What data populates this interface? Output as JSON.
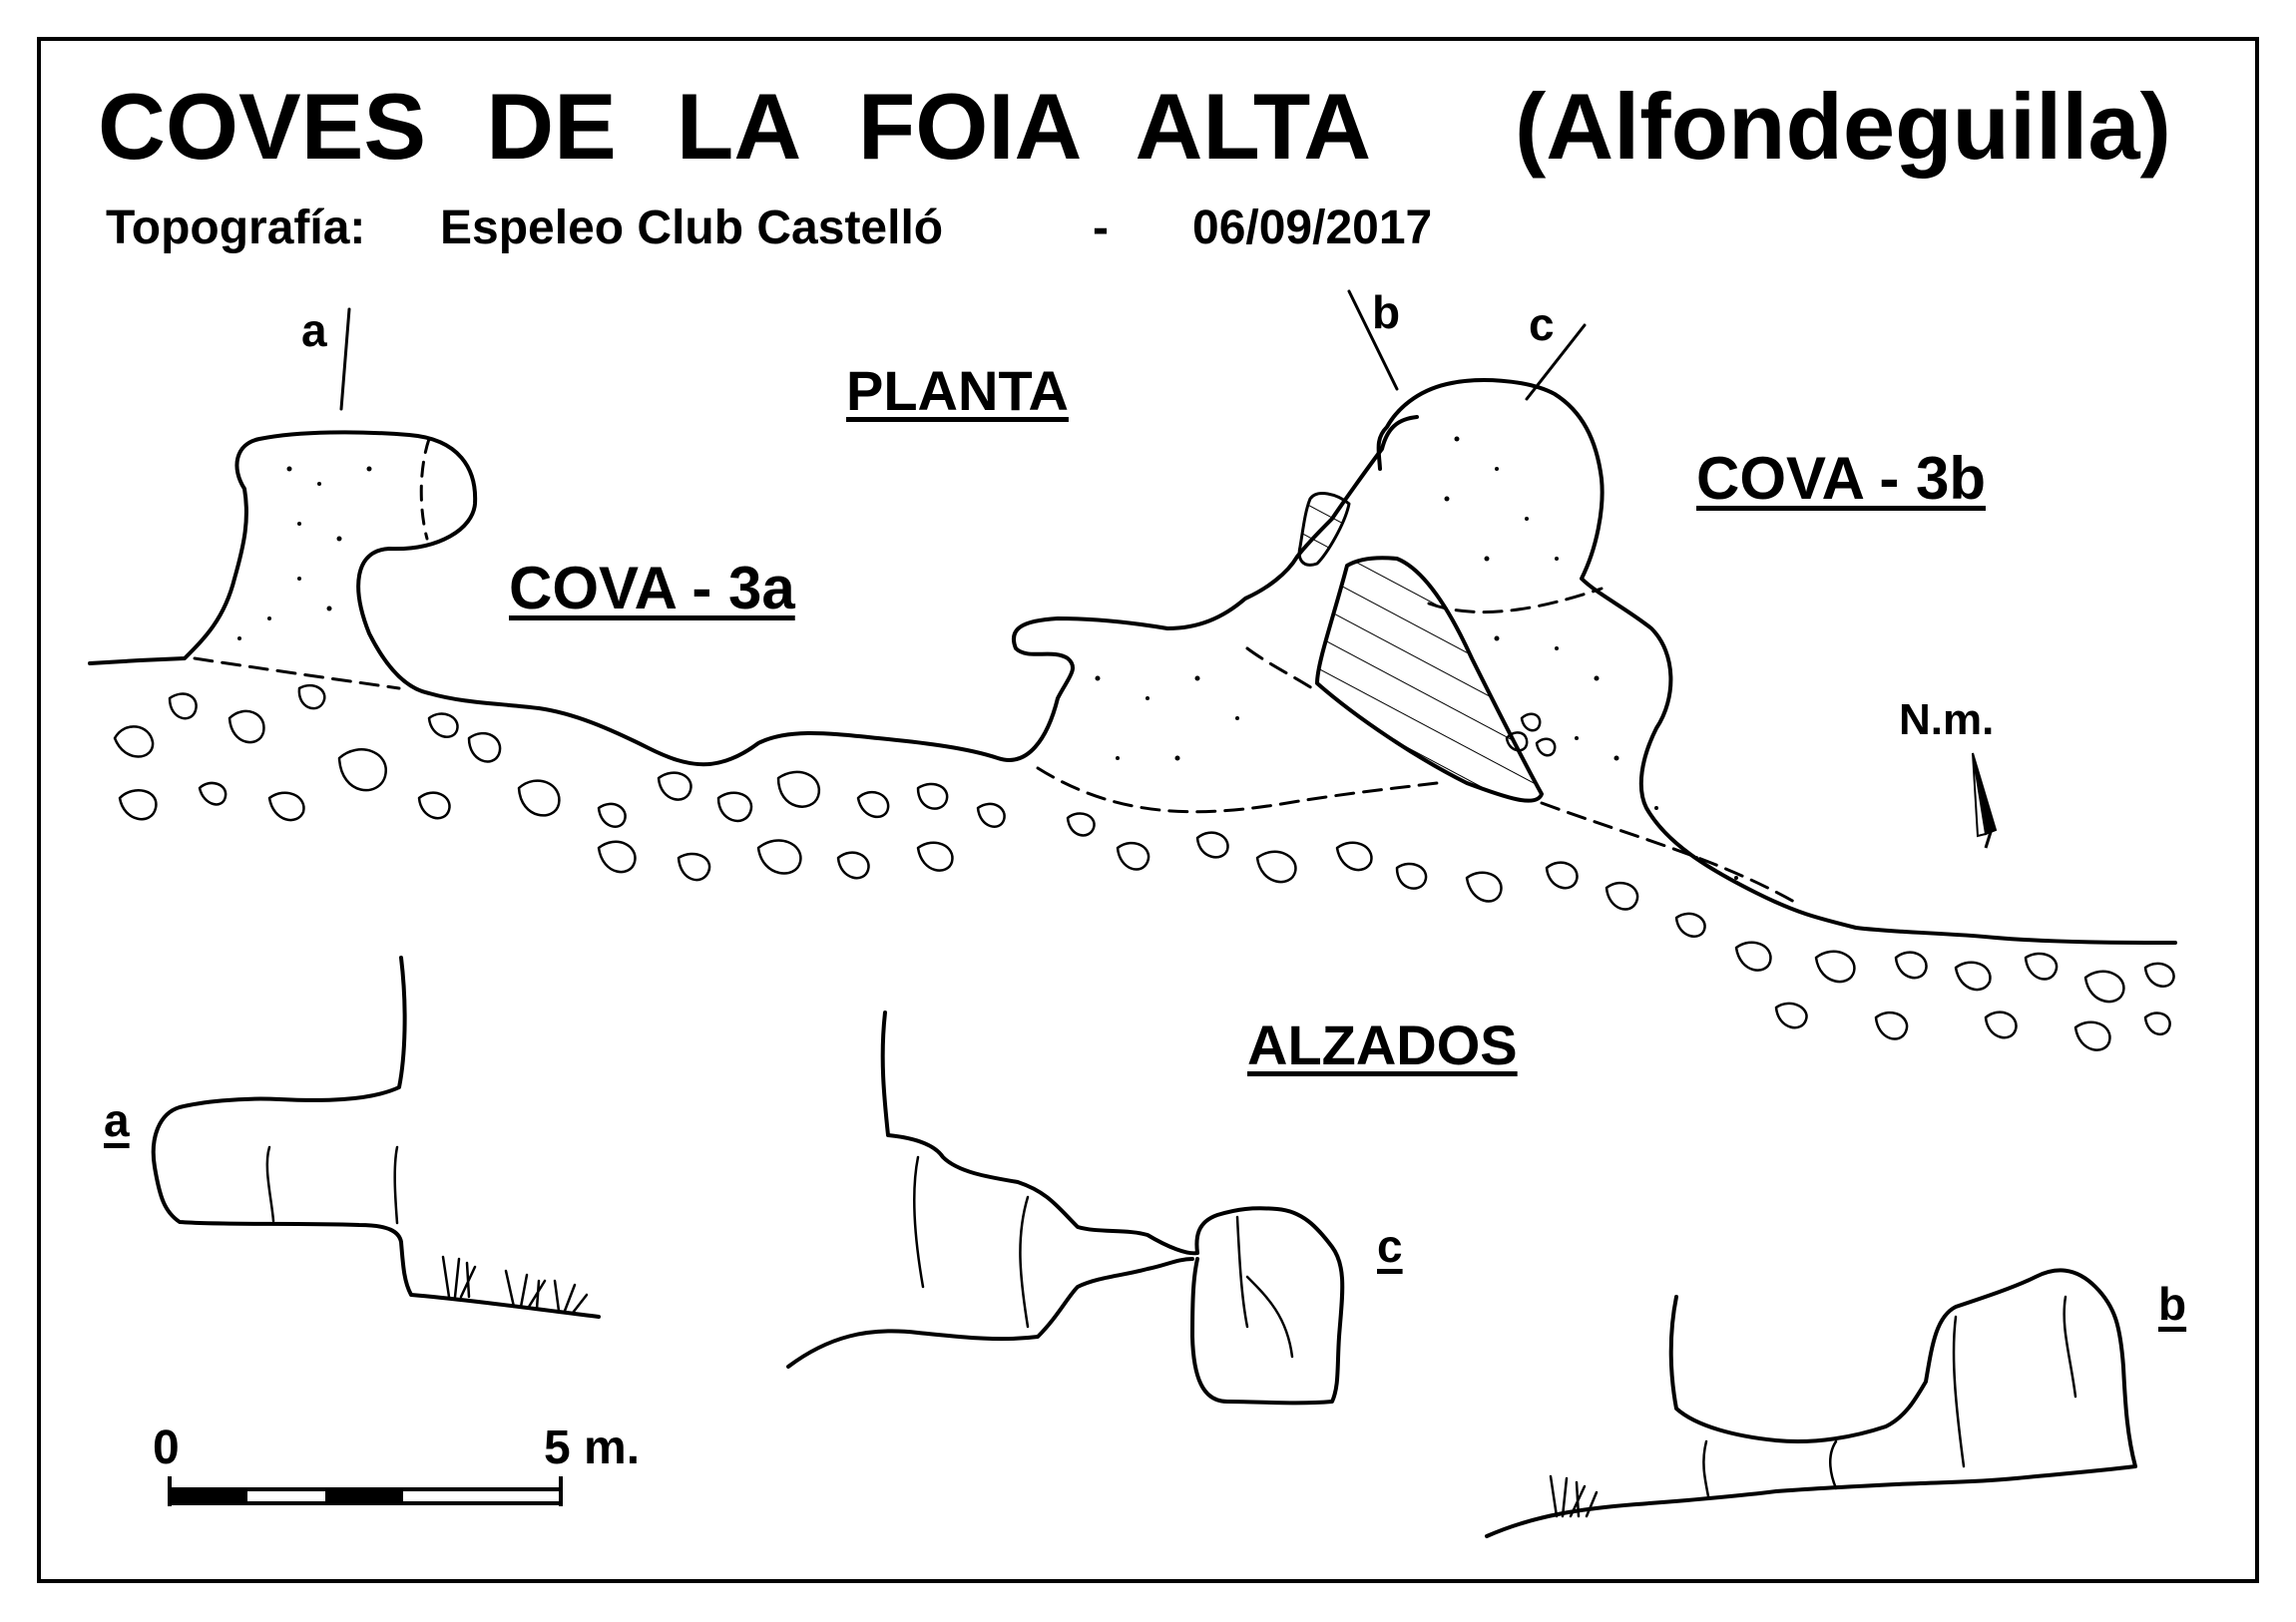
{
  "header": {
    "title": "COVES DE LA FOIA ALTA",
    "place": "(Alfondeguilla)",
    "credit_label": "Topografía:",
    "credit_club": "Espeleo Club Castelló",
    "credit_dash": "-",
    "credit_date": "06/09/2017"
  },
  "plan": {
    "heading": "PLANTA",
    "cave_a_label": "COVA - 3a",
    "cave_b_label": "COVA - 3b",
    "north_label": "N.m.",
    "section_marks": [
      "a",
      "b",
      "c"
    ]
  },
  "profiles": {
    "heading": "ALZADOS",
    "labels": [
      "a",
      "c",
      "b"
    ]
  },
  "scale": {
    "start_label": "0",
    "end_label": "5 m.",
    "segments": 5
  },
  "colors": {
    "ink": "#000000",
    "paper": "#ffffff"
  }
}
